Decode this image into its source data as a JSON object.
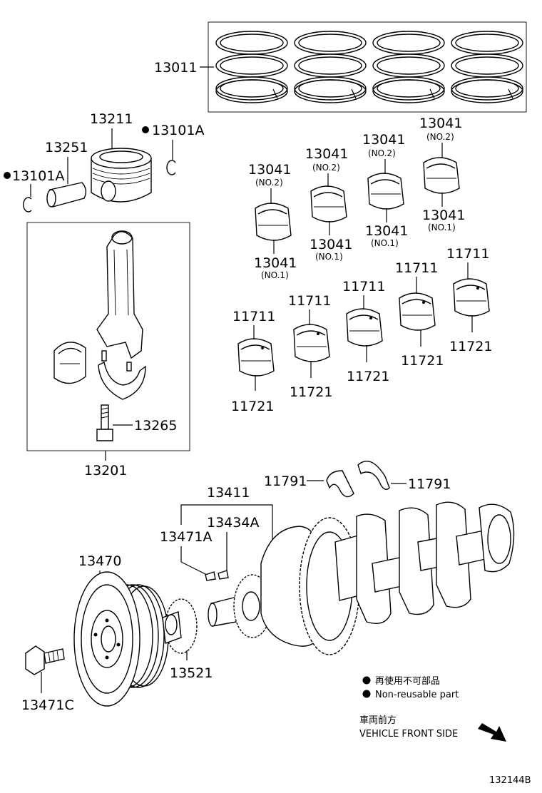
{
  "parts": {
    "p13011": "13011",
    "p13211": "13211",
    "p13101a_top": "13101A",
    "p13251": "13251",
    "p13101a_left": "13101A",
    "p13201": "13201",
    "p13265": "13265",
    "p13411": "13411",
    "p13434a": "13434A",
    "p13471a": "13471A",
    "p13470": "13470",
    "p13471c": "13471C",
    "p13521": "13521",
    "p11791_left": "11791",
    "p11791_right": "11791",
    "bearing_13041": "13041",
    "bearing_11711": "11711",
    "bearing_11721": "11721",
    "no1": "(NO.1)",
    "no2": "(NO.2)"
  },
  "legend": {
    "jp": "再使用不可部品",
    "en": "Non-reusable part"
  },
  "direction": {
    "jp": "車両前方",
    "en": "VEHICLE FRONT SIDE"
  },
  "diagram_id": "132144B"
}
